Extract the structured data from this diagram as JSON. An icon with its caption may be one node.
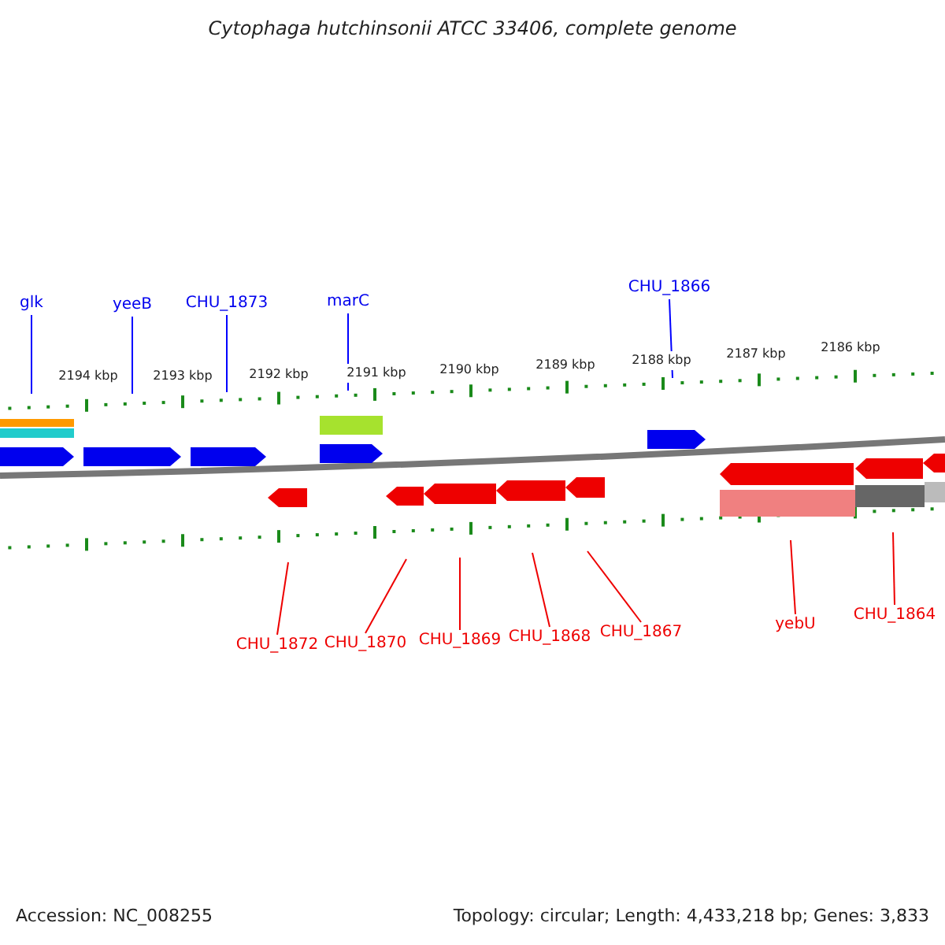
{
  "diagram": {
    "title": "Cytophaga hutchinsonii ATCC 33406, complete genome",
    "nodes": [
      {
        "text": [
          "glk"
        ]
      },
      {
        "text": [
          "yeeB"
        ]
      },
      {
        "text": [
          "CHU_1873"
        ]
      },
      {
        "text": [
          "marC"
        ]
      },
      {
        "text": [
          "CHU_1866"
        ]
      },
      {
        "text": [
          "CHU_1872"
        ]
      },
      {
        "text": [
          "CHU_1870"
        ]
      },
      {
        "text": [
          "CHU_1869"
        ]
      },
      {
        "text": [
          "CHU_1868"
        ]
      },
      {
        "text": [
          "CHU_1867"
        ]
      },
      {
        "text": [
          "yebU"
        ]
      },
      {
        "text": [
          "CHU_1864"
        ]
      },
      {
        "text": [],
        "shape": "ruler"
      },
      {
        "text": [],
        "shape": "ruler"
      }
    ],
    "edges": [
      {
        "from": 0,
        "to": 12,
        "arrow": "none",
        "color": "#0000ff"
      },
      {
        "from": 1,
        "to": 12,
        "arrow": "none",
        "color": "#0000ff"
      },
      {
        "from": 2,
        "to": 12,
        "arrow": "none",
        "color": "#0000ff"
      },
      {
        "from": 3,
        "to": 12,
        "arrow": "none",
        "color": "#0000ff"
      },
      {
        "from": 4,
        "to": 12,
        "arrow": "none",
        "color": "#0000ff"
      },
      {
        "from": 5,
        "to": 13,
        "arrow": "none"
      },
      {
        "from": 6,
        "to": 13,
        "arrow": "none"
      },
      {
        "from": 7,
        "to": 13,
        "arrow": "none"
      },
      {
        "from": 8,
        "to": 13,
        "arrow": "none"
      },
      {
        "from": 9,
        "to": 13,
        "arrow": "none"
      },
      {
        "from": 10,
        "to": 13,
        "arrow": "none"
      },
      {
        "from": 11,
        "to": 13,
        "arrow": "none"
      }
    ],
    "labels": [
      "2194 kbp",
      "2193 kbp",
      "2192 kbp",
      "2191 kbp",
      "2190 kbp",
      "2189 kbp",
      "2188 kbp",
      "2187 kbp",
      "2186 kbp",
      "Accession: NC_008255",
      "Topology: circular; Length: 4,433,218 bp; Genes: 3,833"
    ]
  }
}
